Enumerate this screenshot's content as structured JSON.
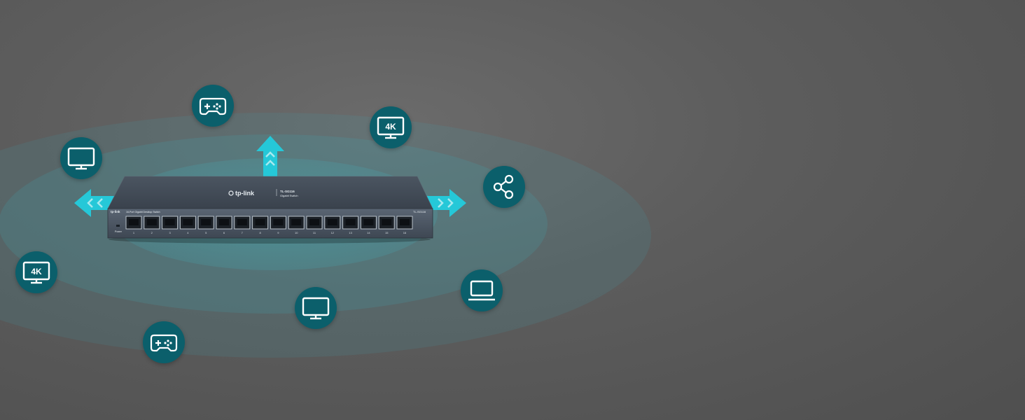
{
  "product": {
    "brand": "tp-link",
    "model": "TL-SG116",
    "model_subtitle": "Gigabit Switch",
    "front_caption": "16-Port Gigabit Desktop Switch",
    "front_model": "TL-SG116",
    "power_label": "Power",
    "port_count": 16,
    "port_numbers": [
      "1",
      "2",
      "3",
      "4",
      "5",
      "6",
      "7",
      "8",
      "9",
      "10",
      "11",
      "12",
      "13",
      "14",
      "15",
      "16"
    ]
  },
  "devices": [
    {
      "name": "monitor-icon",
      "label": ""
    },
    {
      "name": "gamepad-icon",
      "label": ""
    },
    {
      "name": "4k-monitor-icon",
      "label": "4K"
    },
    {
      "name": "share-icon",
      "label": ""
    },
    {
      "name": "4k-monitor-icon",
      "label": "4K"
    },
    {
      "name": "monitor-icon",
      "label": ""
    },
    {
      "name": "laptop-icon",
      "label": ""
    },
    {
      "name": "gamepad-icon",
      "label": ""
    }
  ],
  "colors": {
    "background": "#5e5e5e",
    "accent": "#1fc6d6",
    "icon_circle": "#0b5f6b",
    "switch_body": "#3d4550"
  }
}
